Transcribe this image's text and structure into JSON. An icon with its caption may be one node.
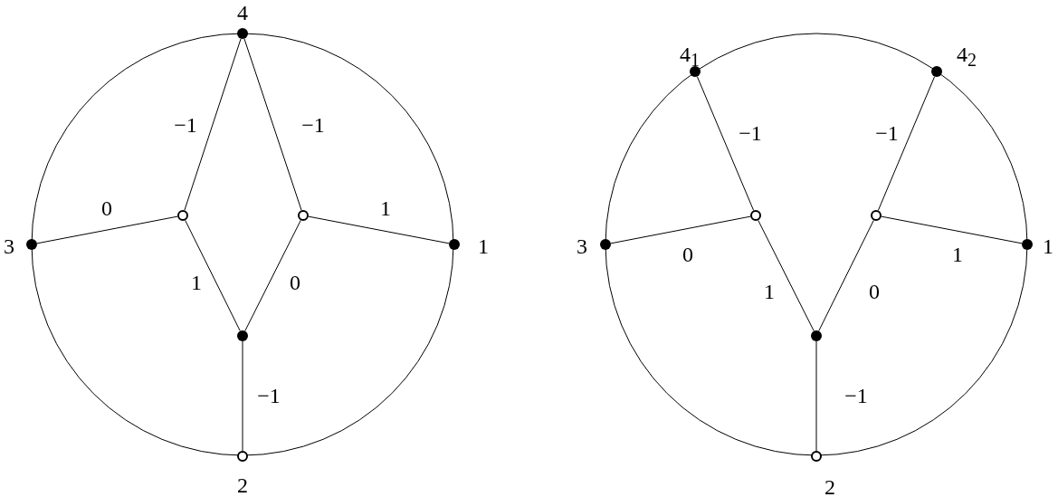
{
  "diagram": {
    "nodes": [
      {
        "text": [],
        "shape": "dot",
        "beside": [
          "4"
        ]
      },
      {
        "text": [],
        "shape": "dot",
        "beside": [
          "3"
        ]
      },
      {
        "text": [],
        "shape": "circle"
      },
      {
        "text": [],
        "shape": "circle"
      },
      {
        "text": [],
        "shape": "dot",
        "beside": [
          "1"
        ]
      },
      {
        "text": [],
        "shape": "dot"
      },
      {
        "text": [],
        "shape": "circle",
        "beside": [
          "2"
        ]
      },
      {
        "text": [],
        "shape": "dot",
        "beside": [
          "4$_{1}$"
        ]
      },
      {
        "text": [],
        "shape": "dot",
        "beside": [
          "4$_{2}$"
        ]
      },
      {
        "text": [],
        "shape": "dot",
        "beside": [
          "3"
        ]
      },
      {
        "text": [],
        "shape": "circle"
      },
      {
        "text": [],
        "shape": "circle"
      },
      {
        "text": [],
        "shape": "dot",
        "beside": [
          "1"
        ]
      },
      {
        "text": [],
        "shape": "dot"
      },
      {
        "text": [],
        "shape": "circle",
        "beside": [
          "2"
        ]
      }
    ],
    "edges": [
      {
        "from": 0,
        "to": 2,
        "arrow": "none",
        "label": "−1"
      },
      {
        "from": 0,
        "to": 3,
        "arrow": "none",
        "label": "−1"
      },
      {
        "from": 1,
        "to": 2,
        "arrow": "none",
        "label": "0"
      },
      {
        "from": 3,
        "to": 4,
        "arrow": "none",
        "label": "1"
      },
      {
        "from": 2,
        "to": 5,
        "arrow": "none",
        "label": "1"
      },
      {
        "from": 3,
        "to": 5,
        "arrow": "none",
        "label": "0"
      },
      {
        "from": 5,
        "to": 6,
        "arrow": "none",
        "label": "−1"
      },
      {
        "from": 7,
        "to": 10,
        "arrow": "none",
        "label": "−1"
      },
      {
        "from": 8,
        "to": 11,
        "arrow": "none",
        "label": "−1"
      },
      {
        "from": 9,
        "to": 10,
        "arrow": "none",
        "label": "0"
      },
      {
        "from": 11,
        "to": 12,
        "arrow": "none",
        "label": "1"
      },
      {
        "from": 10,
        "to": 13,
        "arrow": "none",
        "label": "1"
      },
      {
        "from": 11,
        "to": 13,
        "arrow": "none",
        "label": "0"
      },
      {
        "from": 13,
        "to": 14,
        "arrow": "none",
        "label": "−1"
      }
    ]
  }
}
